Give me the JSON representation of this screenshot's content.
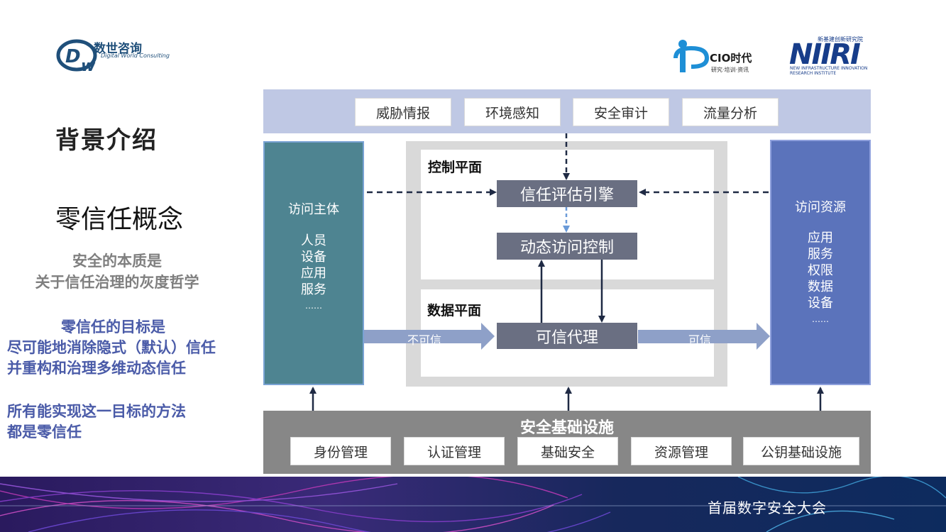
{
  "logos": {
    "dw": {
      "name": "数世咨询",
      "sub": "Digital World Consulting"
    },
    "cio": {
      "name": "CIO时代",
      "sub": "研究·培训·资讯"
    },
    "niiri": {
      "name": "NIIRI",
      "top": "新基建创新研究院",
      "sub1": "NEW INFRASTRUCTURE INNOVATION",
      "sub2": "RESEARCH INSTITUTE"
    }
  },
  "left": {
    "title": "背景介绍",
    "subtitle": "零信任概念",
    "p1": [
      "安全的本质是",
      "关于信任治理的灰度哲学"
    ],
    "p2": [
      "零信任的目标是",
      "尽可能地消除隐式（默认）信任",
      "并重构和治理多维动态信任"
    ],
    "p3": [
      "所有能实现这一目标的方法",
      "都是零信任"
    ]
  },
  "diagram": {
    "top_items": [
      "威胁情报",
      "环境感知",
      "安全审计",
      "流量分析"
    ],
    "access_subject": {
      "title": "访问主体",
      "items": [
        "人员",
        "设备",
        "应用",
        "服务",
        "……"
      ]
    },
    "access_resource": {
      "title": "访问资源",
      "items": [
        "应用",
        "服务",
        "权限",
        "数据",
        "设备",
        "……"
      ]
    },
    "control_plane": "控制平面",
    "data_plane": "数据平面",
    "trust_engine": "信任评估引擎",
    "dynamic_access": "动态访问控制",
    "trusted_proxy": "可信代理",
    "untrusted_label": "不可信",
    "trusted_label": "可信",
    "infra_title": "安全基础设施",
    "infra_items": [
      "身份管理",
      "认证管理",
      "基础安全",
      "资源管理",
      "公钥基础设施"
    ]
  },
  "footer": {
    "text": "首届数字安全大会"
  },
  "colors": {
    "topbar": "#bfc8e4",
    "subject": "#4e8491",
    "resource": "#5b73bb",
    "engine": "#6a6f82",
    "infra": "#878787",
    "accent_blue": "#4a5ba8"
  }
}
